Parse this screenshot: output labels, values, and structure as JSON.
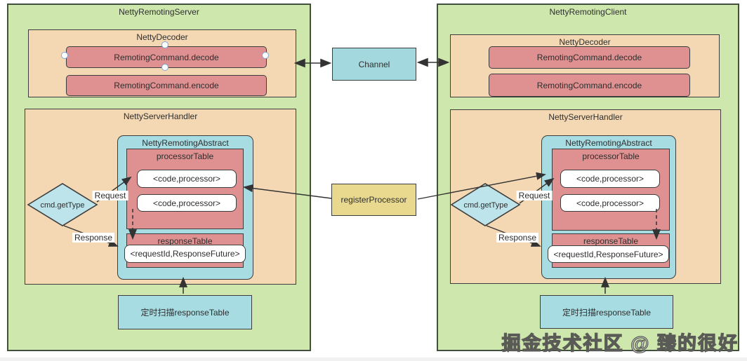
{
  "colors": {
    "group_green": "#cde7ac",
    "panel_tan": "#f4d8b4",
    "node_pink": "#df9090",
    "node_blue": "#a6dce2",
    "diamond_blue": "#bce4ea",
    "node_yellow": "#e9d98f",
    "border_dark": "#3d3d3d"
  },
  "channel": {
    "label": "Channel"
  },
  "register_processor": {
    "label": "registerProcessor"
  },
  "watermark": "掘金技术社区 @ 臻的很好",
  "server": {
    "title": "NettyRemotingServer",
    "decoder": {
      "title": "NettyDecoder",
      "decode": "RemotingCommand.decode",
      "encode": "RemotingCommand.encode"
    },
    "handler": {
      "title": "NettyServerHandler"
    },
    "abstract": {
      "title": "NettyRemotingAbstract"
    },
    "processor_table": {
      "title": "processorTable",
      "entries": [
        "<code,processor>",
        "<code,processor>"
      ]
    },
    "response_table": {
      "title": "responseTable",
      "entry": "<requestId,ResponseFuture>"
    },
    "decision": {
      "label": "cmd.getType"
    },
    "request_label": "Request",
    "response_label": "Response",
    "scan_label": "定时扫描responseTable"
  },
  "client": {
    "title": "NettyRemotingClient",
    "decoder": {
      "title": "NettyDecoder",
      "decode": "RemotingCommand.decode",
      "encode": "RemotingCommand.encode"
    },
    "handler": {
      "title": "NettyServerHandler"
    },
    "abstract": {
      "title": "NettyRemotingAbstract"
    },
    "processor_table": {
      "title": "processorTable",
      "entries": [
        "<code,processor>",
        "<code,processor>"
      ]
    },
    "response_table": {
      "title": "responseTable",
      "entry": "<requestId,ResponseFuture>"
    },
    "decision": {
      "label": "cmd.getType"
    },
    "request_label": "Request",
    "response_label": "Response",
    "scan_label": "定时扫描responseTable"
  }
}
